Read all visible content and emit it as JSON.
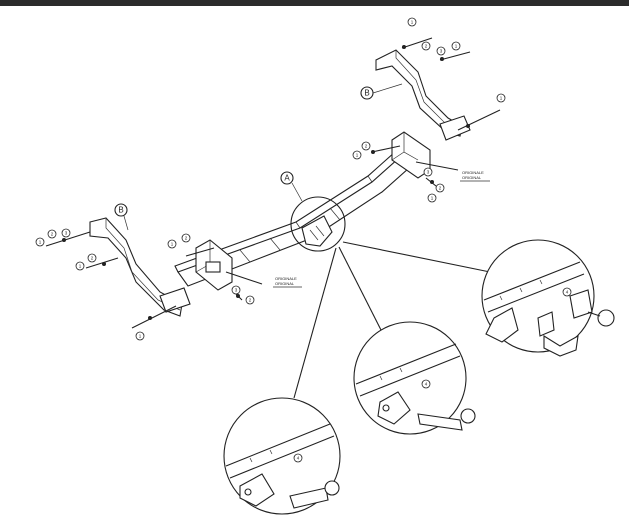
{
  "labels": {
    "detail_a": "A",
    "bracket_b_right": "B",
    "bracket_b_left": "B"
  },
  "notes": {
    "original_right_1": "ORIGINALE",
    "original_right_2": "ORIGINAL",
    "original_left_1": "ORIGINALE",
    "original_left_2": "ORIGINAL"
  },
  "callouts": {
    "c1": "1",
    "c2": "2",
    "c3": "1",
    "c4": "3",
    "c5": "1",
    "c6": "2",
    "c7": "1",
    "c8": "3",
    "c9": "2",
    "c10": "1",
    "c11": "2",
    "c12": "1",
    "c13": "3",
    "c14": "2",
    "c15": "1",
    "c16": "2",
    "c17": "1",
    "c18": "3",
    "c19": "2",
    "c20": "1",
    "c21": "4",
    "c22": "4",
    "c23": "4"
  },
  "colors": {
    "line": "#222222",
    "background": "#ffffff",
    "top_bar": "#2b2b2b"
  }
}
